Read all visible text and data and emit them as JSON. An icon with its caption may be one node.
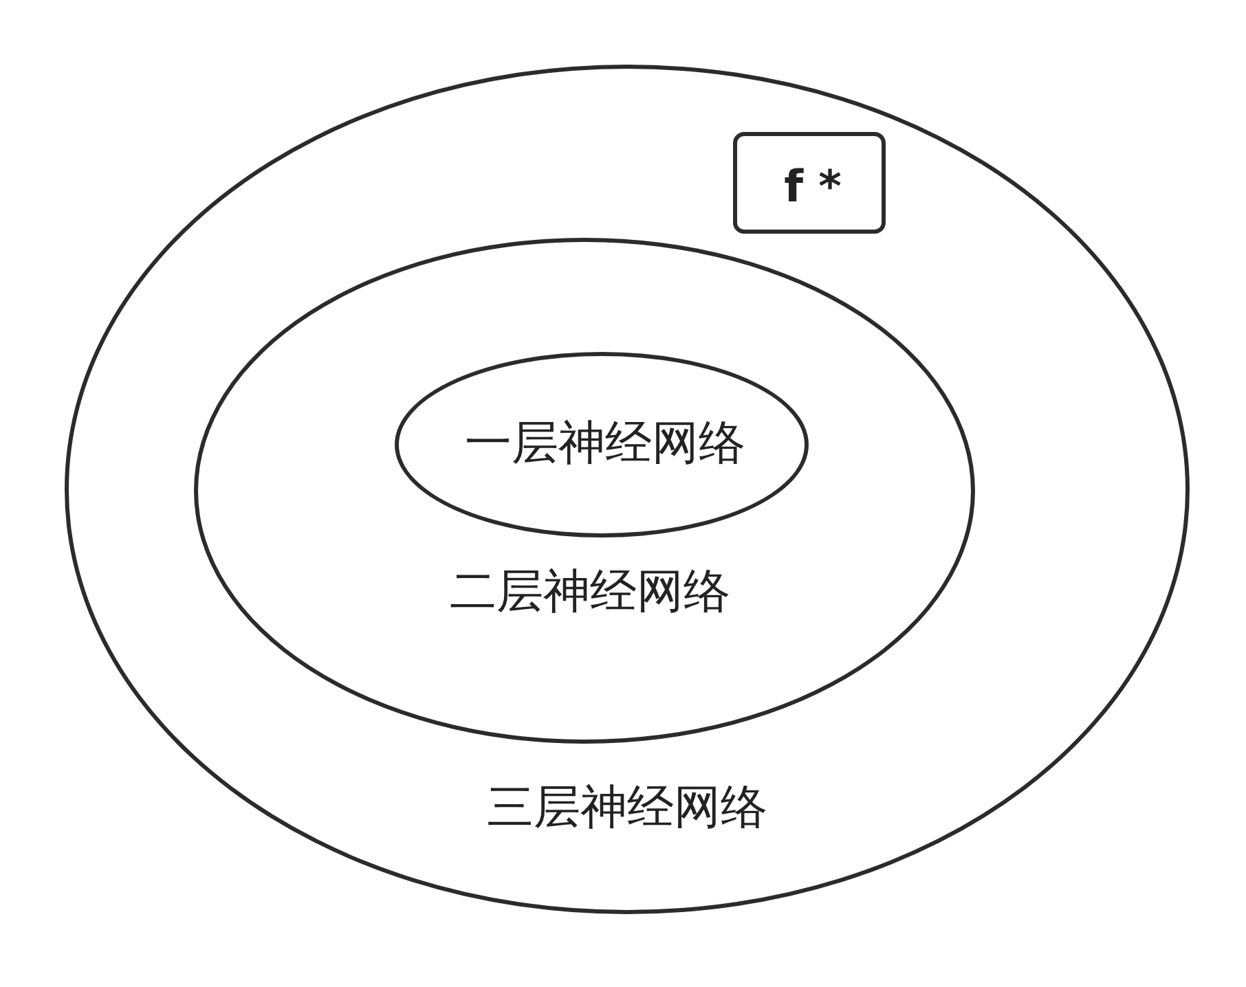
{
  "diagram": {
    "nodes": [
      {
        "text": [
          "三层神经网络"
        ]
      },
      {
        "text": [
          "二层神经网络"
        ],
        "in": 0
      },
      {
        "text": [
          "一层神经网络"
        ],
        "in": 1
      },
      {
        "text": [
          "f *"
        ],
        "in": 0
      }
    ]
  }
}
